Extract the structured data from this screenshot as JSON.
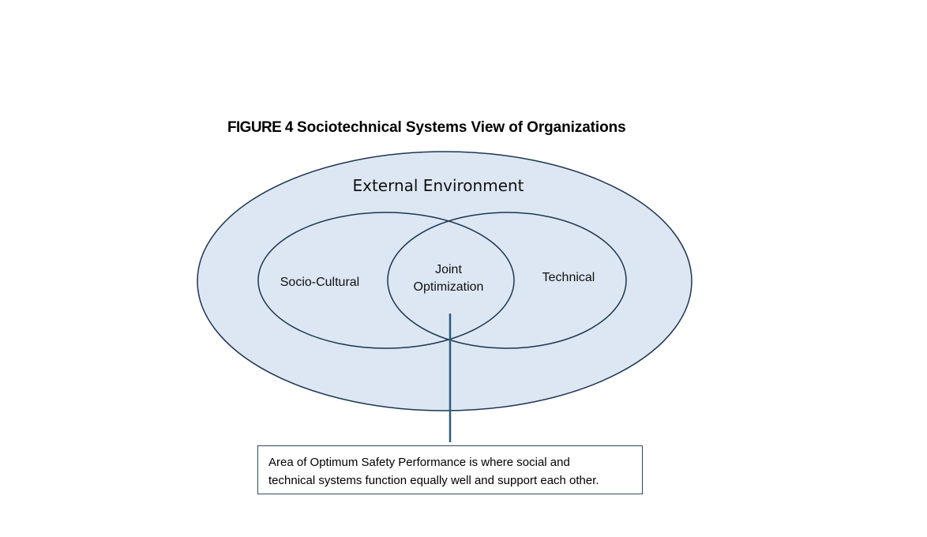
{
  "figure": {
    "label": "FIGURE 4",
    "title": "Sociotechnical Systems View of Organizations"
  },
  "diagram": {
    "outer_label": "External Environment",
    "left_label": "Socio-Cultural",
    "right_label": "Technical",
    "center_label_line1": "Joint",
    "center_label_line2": "Optimization"
  },
  "callout": {
    "line1": "Area of Optimum Safety Performance is where social and",
    "line2": "technical systems function equally well and support each other."
  },
  "colors": {
    "fill": "#dce7f3",
    "stroke": "#1e3550",
    "pointer": "#2b5b7e"
  }
}
